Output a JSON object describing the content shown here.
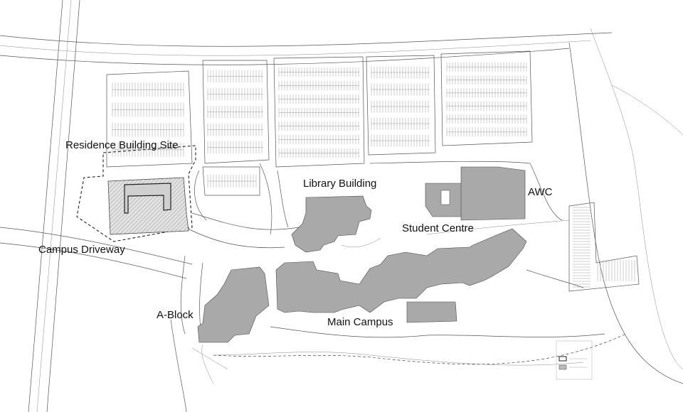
{
  "map": {
    "labels": {
      "residence": "Residence Building Site",
      "library": "Library Building",
      "awc": "AWC",
      "student_centre": "Student Centre",
      "driveway": "Campus Driveway",
      "ablock": "A-Block",
      "main_campus": "Main Campus"
    }
  },
  "colors": {
    "building": "#a9a9a9",
    "linework": "#555555",
    "background": "#ffffff"
  }
}
